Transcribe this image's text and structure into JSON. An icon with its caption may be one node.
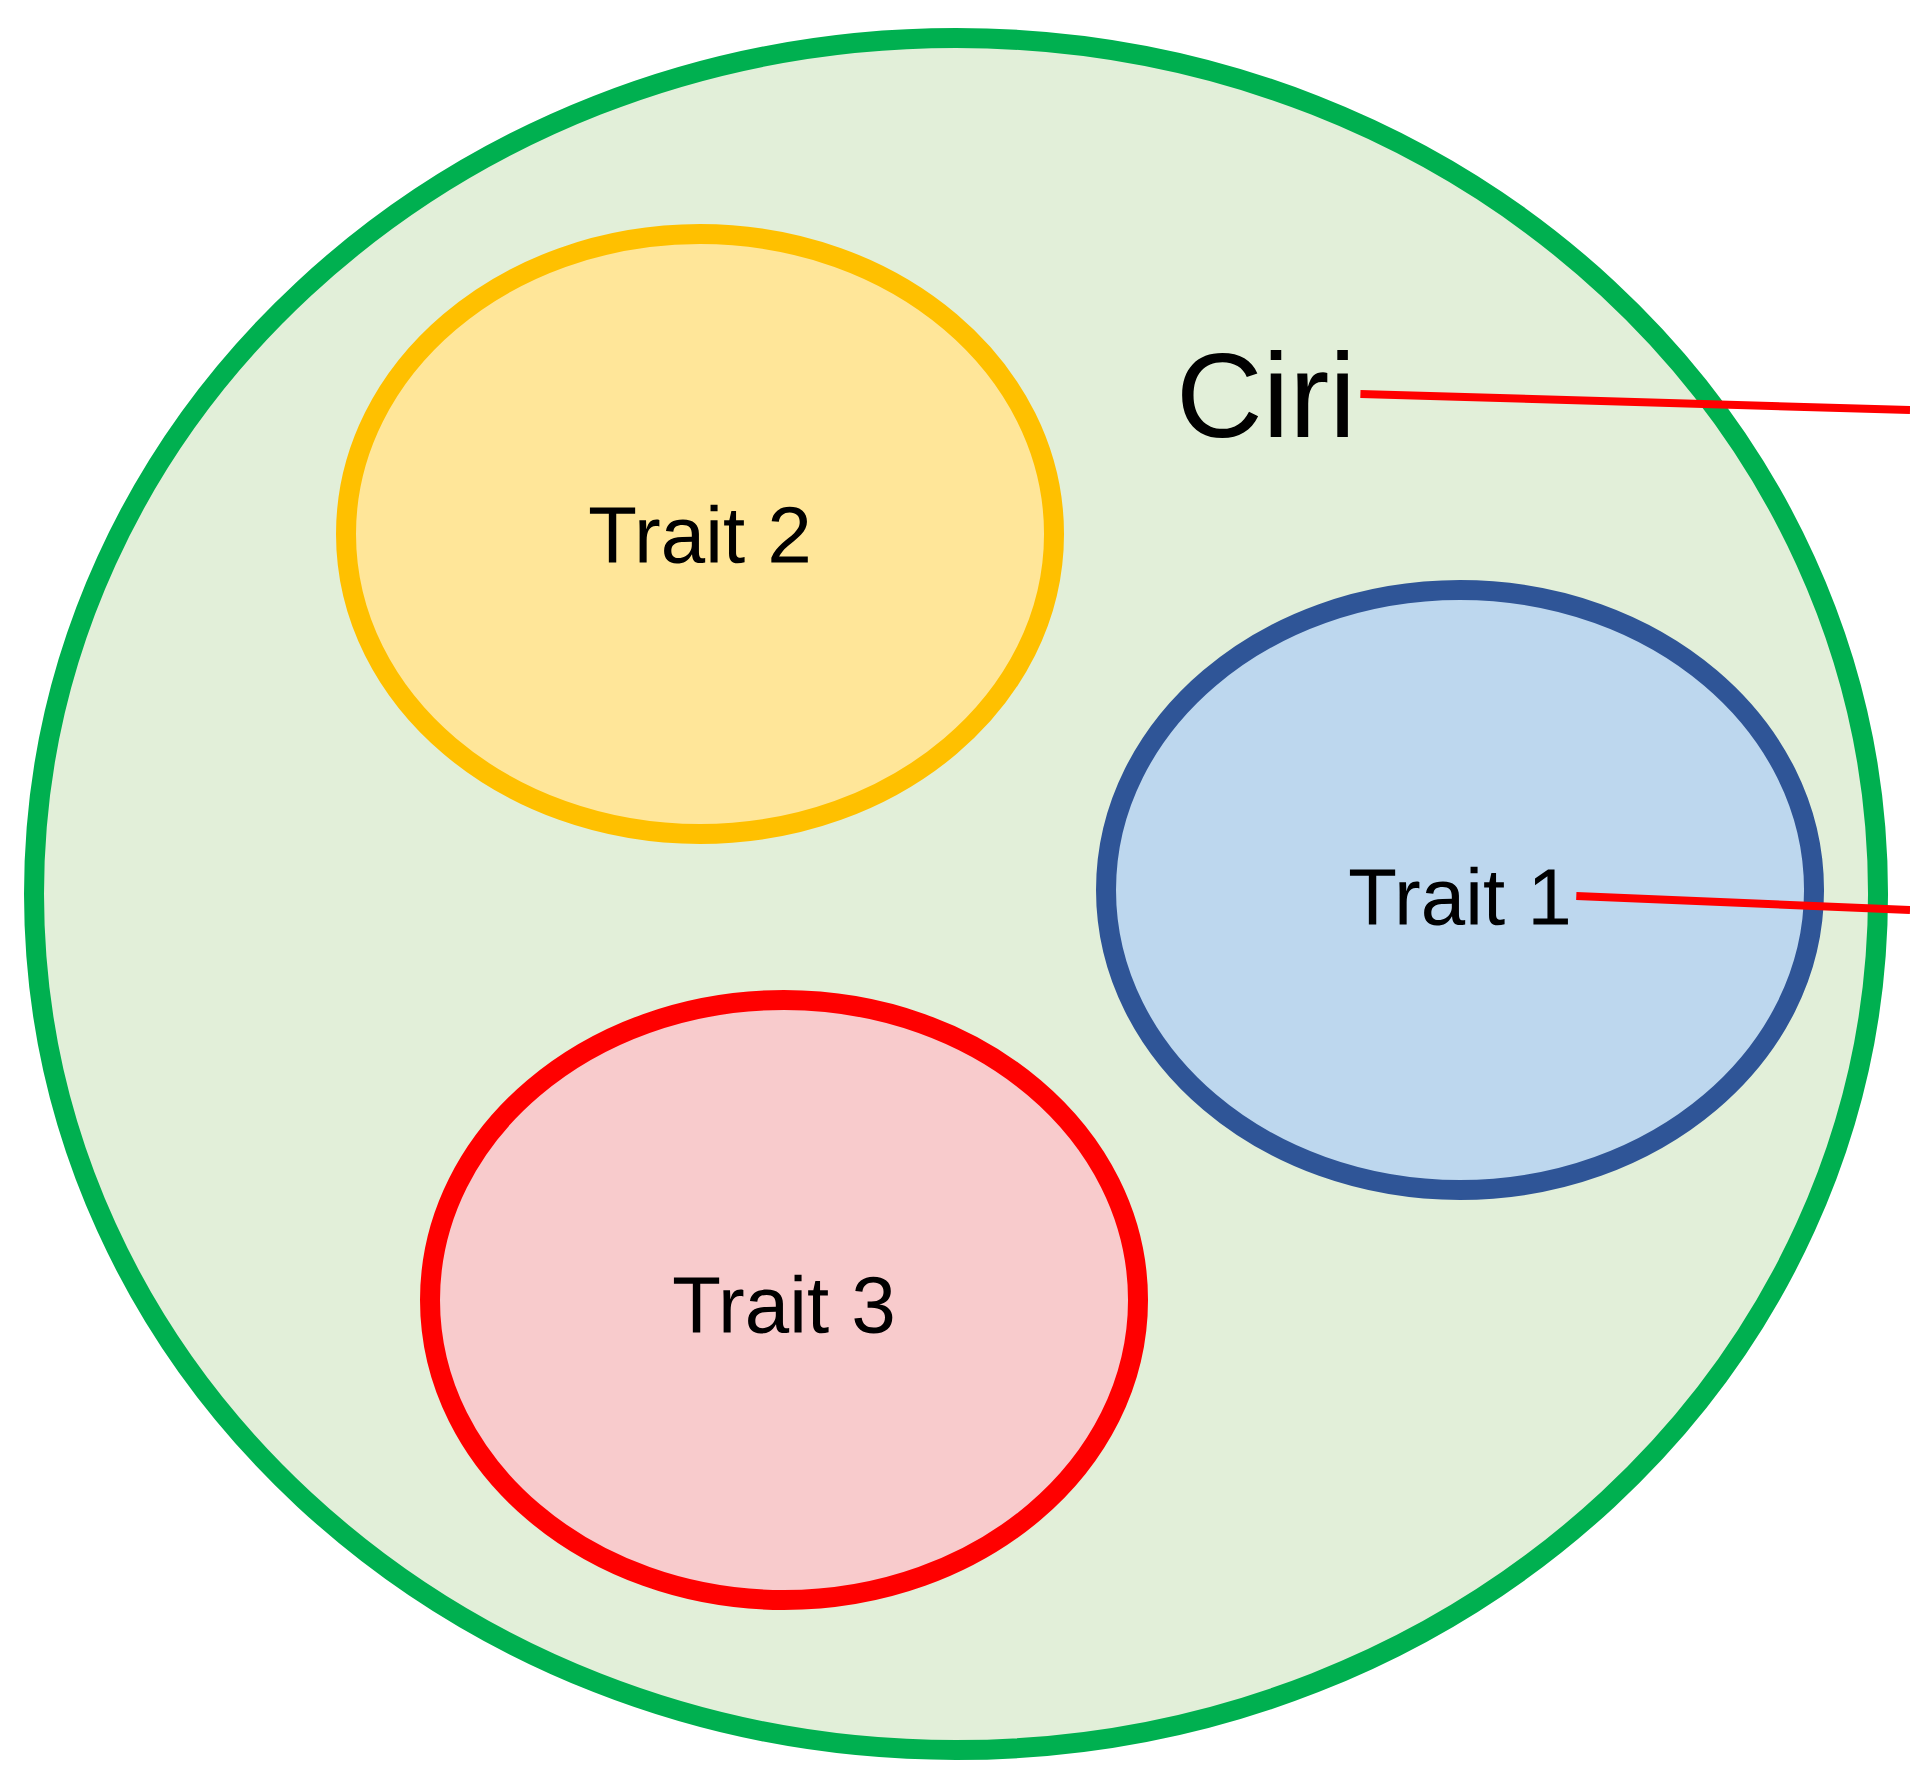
{
  "diagram": {
    "nodes": [
      {
        "text": [],
        "shape": "circle"
      },
      {
        "text": [
          "Ciri"
        ],
        "in": 0
      },
      {
        "text": [
          "Trait 2"
        ],
        "in": 0
      },
      {
        "text": [
          "Trait 1"
        ],
        "in": 0
      },
      {
        "text": [
          "Trait 3"
        ],
        "in": 0
      }
    ],
    "edges": [
      {
        "from": 1,
        "to": null,
        "arrow": "none"
      },
      {
        "from": 3,
        "to": null,
        "arrow": "none"
      }
    ]
  }
}
